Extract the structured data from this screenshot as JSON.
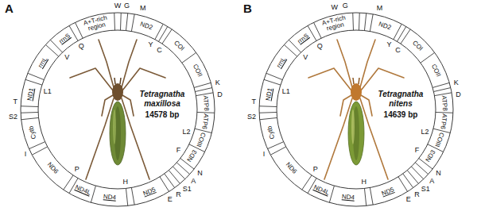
{
  "diagram": {
    "nodes": [
      {
        "text": [
          "Tetragnatha maxillosa",
          "14578 bp"
        ]
      },
      {
        "text": [
          "Tetragnatha nitens",
          "14639 bp"
        ]
      }
    ],
    "labels": [
      "A",
      "W",
      "G",
      "M",
      "A+T-rich region",
      "ND2",
      "Y",
      "C",
      "COI",
      "COII",
      "K",
      "D",
      "ATP8",
      "ATP6",
      "COIII",
      "L2",
      "ND3",
      "F",
      "N",
      "A",
      "S1",
      "R",
      "E",
      "ND5",
      "H",
      "ND4",
      "ND4L",
      "P",
      "ND6",
      "I",
      "Cytb",
      "S2",
      "T",
      "ND1",
      "L1",
      "rrnL",
      "V",
      "rrnS",
      "Q",
      "B",
      "W",
      "G",
      "A+T-rich region",
      "M",
      "ND2",
      "Y",
      "C",
      "COI",
      "COII",
      "K",
      "D",
      "ATP8",
      "ATP6",
      "COIII",
      "L2",
      "ND3",
      "F",
      "N",
      "A",
      "S1",
      "R",
      "E",
      "ND5",
      "H",
      "ND4",
      "ND4L",
      "P",
      "ND6",
      "I",
      "Cytb",
      "S2",
      "T",
      "ND1",
      "L1",
      "rrnL",
      "V",
      "rrnS",
      "Q"
    ]
  }
}
